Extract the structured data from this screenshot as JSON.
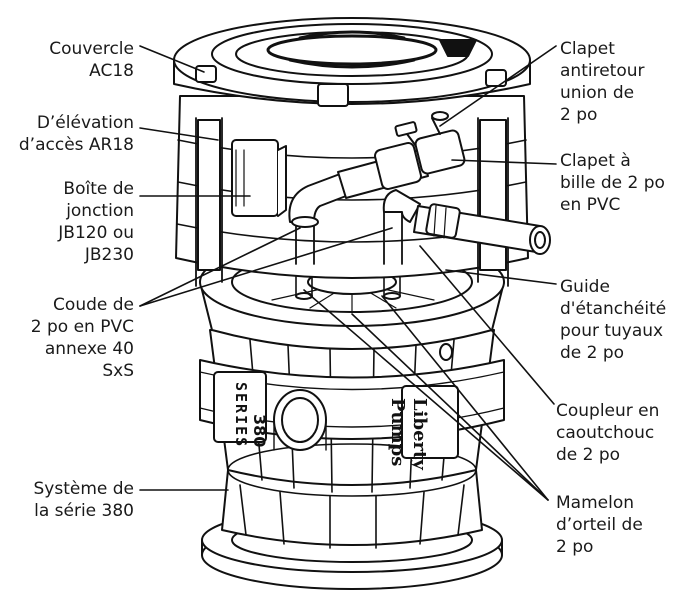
{
  "labels": {
    "couvercle": "Couvercle\nAC18",
    "elevation": "D’élévation\nd’accès AR18",
    "boite": "Boîte de\njonction\nJB120 ou\nJB230",
    "coude": "Coude de\n2 po en PVC\nannexe 40\nSxS",
    "systeme": "Système de\nla série 380",
    "clapet_antiretour": "Clapet\nantiretour\nunion de\n2 po",
    "clapet_bille": "Clapet à\nbille de 2 po\nen PVC",
    "guide": "Guide\nd'étanchéité\npour tuyaux\nde 2 po",
    "coupleur": "Coupleur en\ncaoutchouc\nde 2 po",
    "mamelon": "Mamelon\nd’orteil de\n2 po"
  },
  "body_marks": {
    "brand_line1": "Liberty",
    "brand_line2": "Pumps",
    "series_word": "SERIES",
    "series_number": "380"
  },
  "colors": {
    "line": "#111111",
    "fill": "#ffffff",
    "shade": "#d9d9d9"
  }
}
